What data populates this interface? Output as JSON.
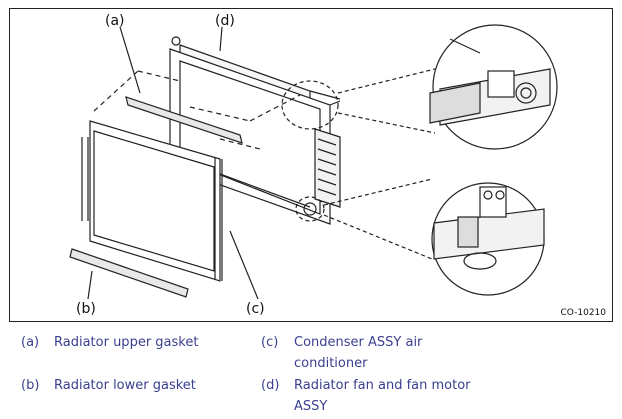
{
  "figure": {
    "callouts": {
      "a": "(a)",
      "b": "(b)",
      "c": "(c)",
      "d": "(d)"
    },
    "figure_id": "CO-10210"
  },
  "legend": [
    {
      "letter": "(a)",
      "lines": [
        "Radiator upper gasket"
      ]
    },
    {
      "letter": "(b)",
      "lines": [
        "Radiator lower gasket"
      ]
    },
    {
      "letter": "(c)",
      "lines": [
        "Condenser ASSY air",
        "conditioner"
      ]
    },
    {
      "letter": "(d)",
      "lines": [
        "Radiator fan and fan motor",
        "ASSY"
      ]
    }
  ],
  "colors": {
    "legend_text": "#3a3f8f",
    "line_art": "#222222"
  }
}
